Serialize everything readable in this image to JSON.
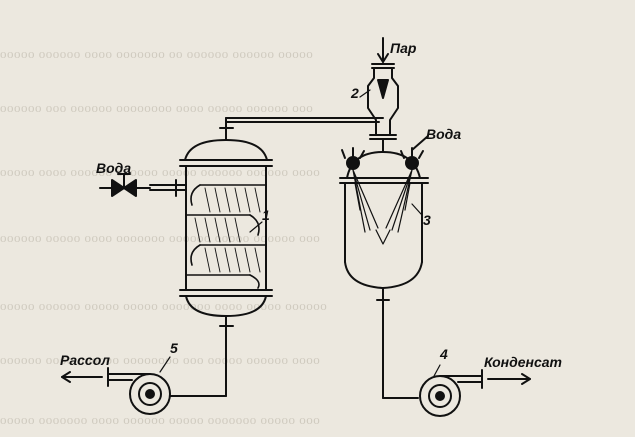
{
  "labels": {
    "par": "Пар",
    "voda_left": "Вода",
    "voda_right": "Вода",
    "rassol": "Рассол",
    "kondensat": "Конденсат"
  },
  "numbers": {
    "n1": "1",
    "n2": "2",
    "n3": "3",
    "n4": "4",
    "n5": "5"
  }
}
